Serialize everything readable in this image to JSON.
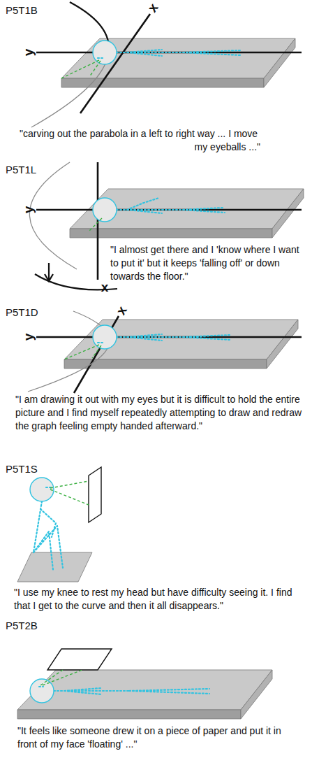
{
  "diagram": {
    "labels": [
      "P5T1B",
      "x",
      "y",
      "\"carving out the parabola in a left to right way ... I move my eyeballs ...\"",
      "P5T1L",
      "y",
      "x",
      "\"I almost get there and I 'know where I want to put it' but it keeps 'falling off' or down towards the floor.\"",
      "P5T1D",
      "x",
      "y",
      "\"I am drawing it out with my eyes but it is difficult to hold the entire picture and I find myself repeatedly attempting to draw and redraw the graph feeling empty handed afterward.\"",
      "P5T1S",
      "\"I use my knee to rest my head but have difficulty seeing it. I find that I get to the curve and then it all disappears.\"",
      "P5T2B",
      "\"It feels like someone drew it on a piece of paper and put it in front of my face 'floating' ...\""
    ]
  }
}
